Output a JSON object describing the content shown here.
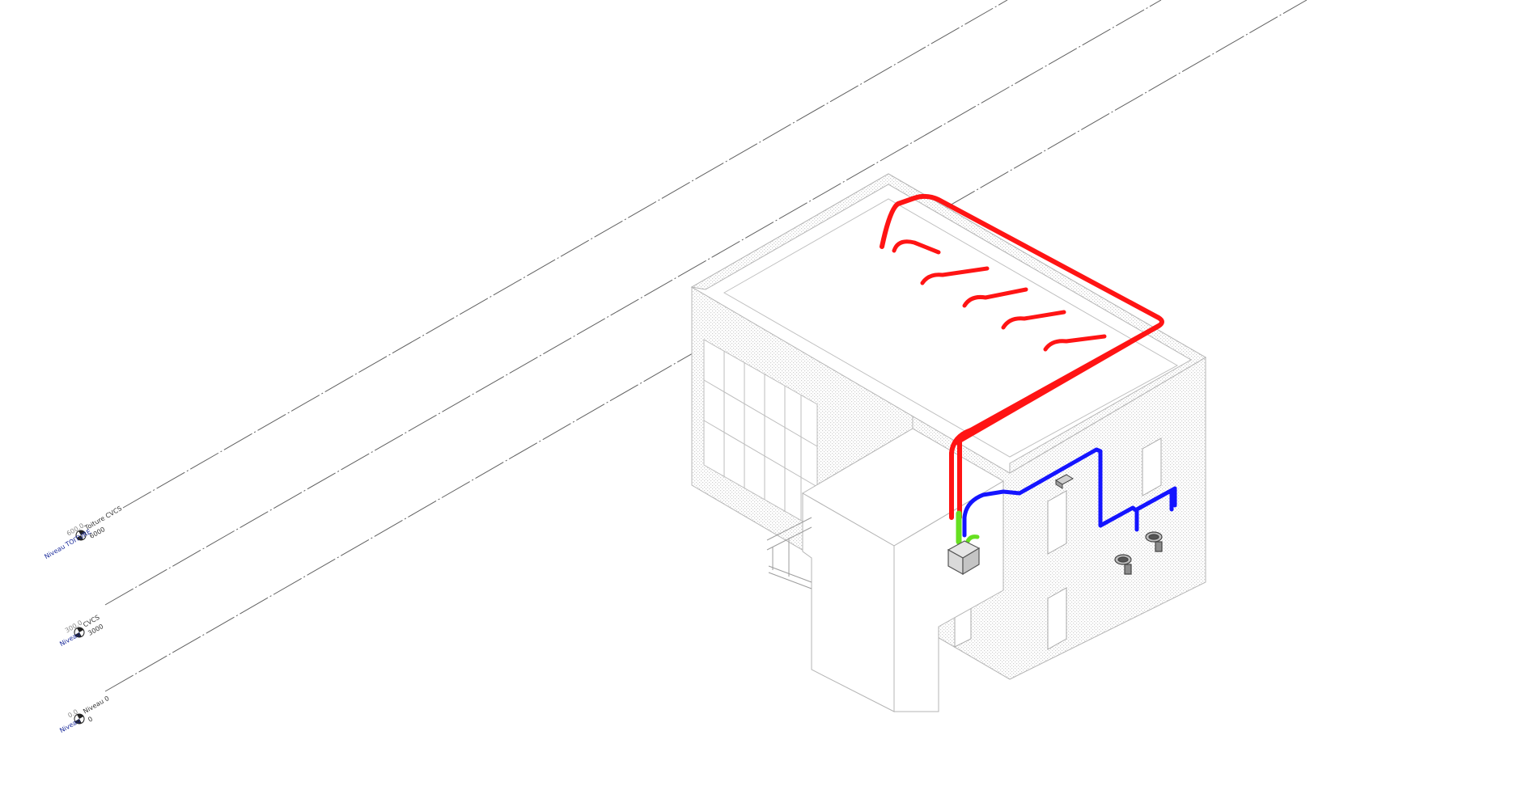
{
  "view": {
    "type": "3D isometric view",
    "colors": {
      "supply_duct": "#ff1414",
      "return_duct": "#1414ff",
      "connector": "#66e020",
      "level_label": "#1a2a9a",
      "building_lines": "#b8b8b8",
      "wall_hatch": "#d6d6d6"
    }
  },
  "levels": [
    {
      "prefix": "Niveau",
      "name": "TOITURE",
      "suffix": "Toiture CVCS",
      "elevation_top": "600.0",
      "elevation": "6000"
    },
    {
      "prefix": "Niveau",
      "name": "",
      "suffix": "CVCS",
      "elevation_top": "300.0",
      "elevation": "3000"
    },
    {
      "prefix": "Niveau",
      "name": "",
      "suffix": "Niveau 0",
      "elevation_top": "0.0",
      "elevation": "0"
    }
  ],
  "mep": {
    "supply_diffuser_count": 5,
    "fixtures": [
      "toilet-1",
      "toilet-2",
      "wash-basin"
    ],
    "equipment": [
      "air-handling-unit"
    ]
  }
}
